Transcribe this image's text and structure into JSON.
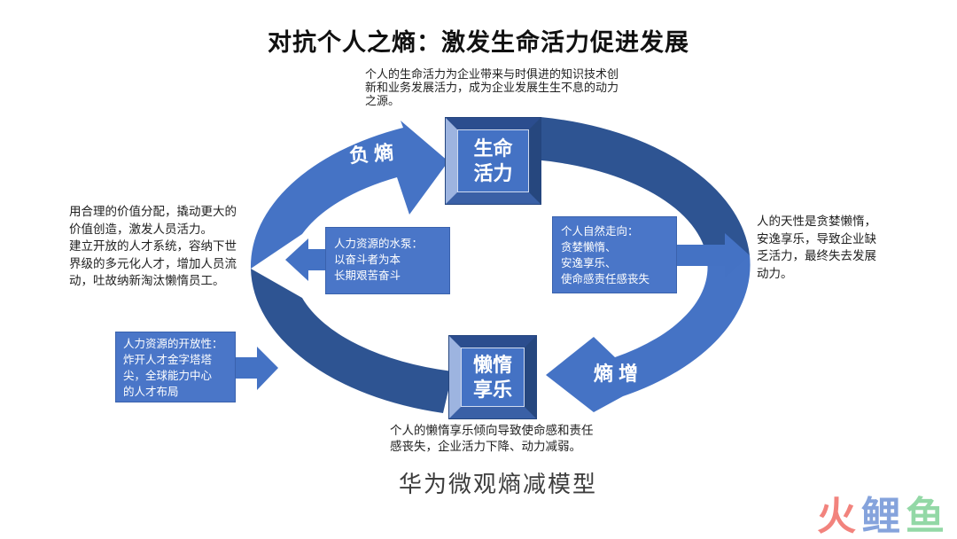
{
  "title": "对抗个人之熵：激发生命活力促进发展",
  "subtitle": "个人的生命活力为企业带来与时俱进的知识技术创\n新和业务发展活力，成为企业发展生生不息的动力\n之源。",
  "cycle": {
    "top_node": "生命\n活力",
    "bottom_node": "懒惰\n享乐",
    "negentropy_label": "负熵",
    "entropy_label": "熵增"
  },
  "callouts": {
    "hr_pump": "人力资源的水泵：\n以奋斗者为本\n长期艰苦奋斗",
    "natural_drift": "个人自然走向：\n贪婪懒惰、\n安逸享乐、\n使命感责任感丧失",
    "hr_openness": "人力资源的开放性：\n炸开人才金字塔塔\n尖，全球能力中心\n的人才布局"
  },
  "annotations": {
    "left": "用合理的价值分配，撬动更大的\n价值创造，激发人员活力。\n建立开放的人才系统，容纳下世\n界级的多元化人才，增加人员流\n动，吐故纳新淘汰懒惰员工。",
    "right": "人的天性是贪婪懒惰，\n安逸享乐，导致企业缺\n乏活力，最终失去发展\n动力。",
    "bottom": "个人的懒惰享乐倾向导致使命感和责任\n感丧失，企业活力下降、动力减弱。"
  },
  "caption": "华为微观熵减模型",
  "watermark": {
    "char1": "火",
    "char2": "鲤",
    "char3": "鱼",
    "colors": [
      "#f2837d",
      "#85a3dc",
      "#93d8a6"
    ]
  },
  "colors": {
    "dark_ring": "#2e5492",
    "light_arrow": "#4573c5",
    "node_face": "#4472c4",
    "node_bevel_light": "#9db4e0",
    "callout_bg": "#4a76c8"
  }
}
